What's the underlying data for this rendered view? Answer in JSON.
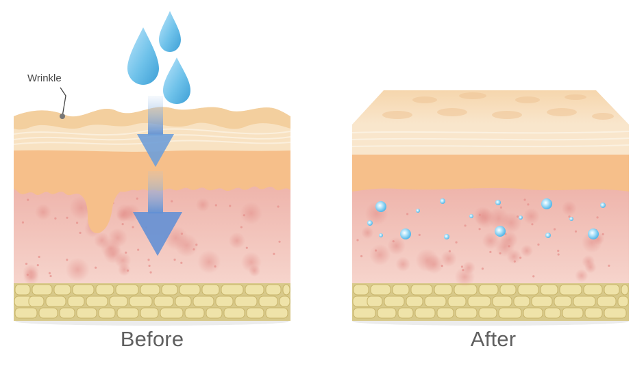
{
  "labels": {
    "wrinkle": "Wrinkle",
    "before": "Before",
    "after": "After"
  },
  "colors": {
    "epidermis_light": "#f9e4c6",
    "epidermis_mid": "#f5d3a7",
    "orange_layer": "#f6bf8a",
    "dermis": "#f1c0b5",
    "dermis_spot": "#e79c95",
    "fat_cell": "#efe3a9",
    "fat_outline": "#c8b56c",
    "water_drop": "#6fbfe6",
    "arrow": "#6f9ed8",
    "bubble": "#8fd3f5"
  }
}
